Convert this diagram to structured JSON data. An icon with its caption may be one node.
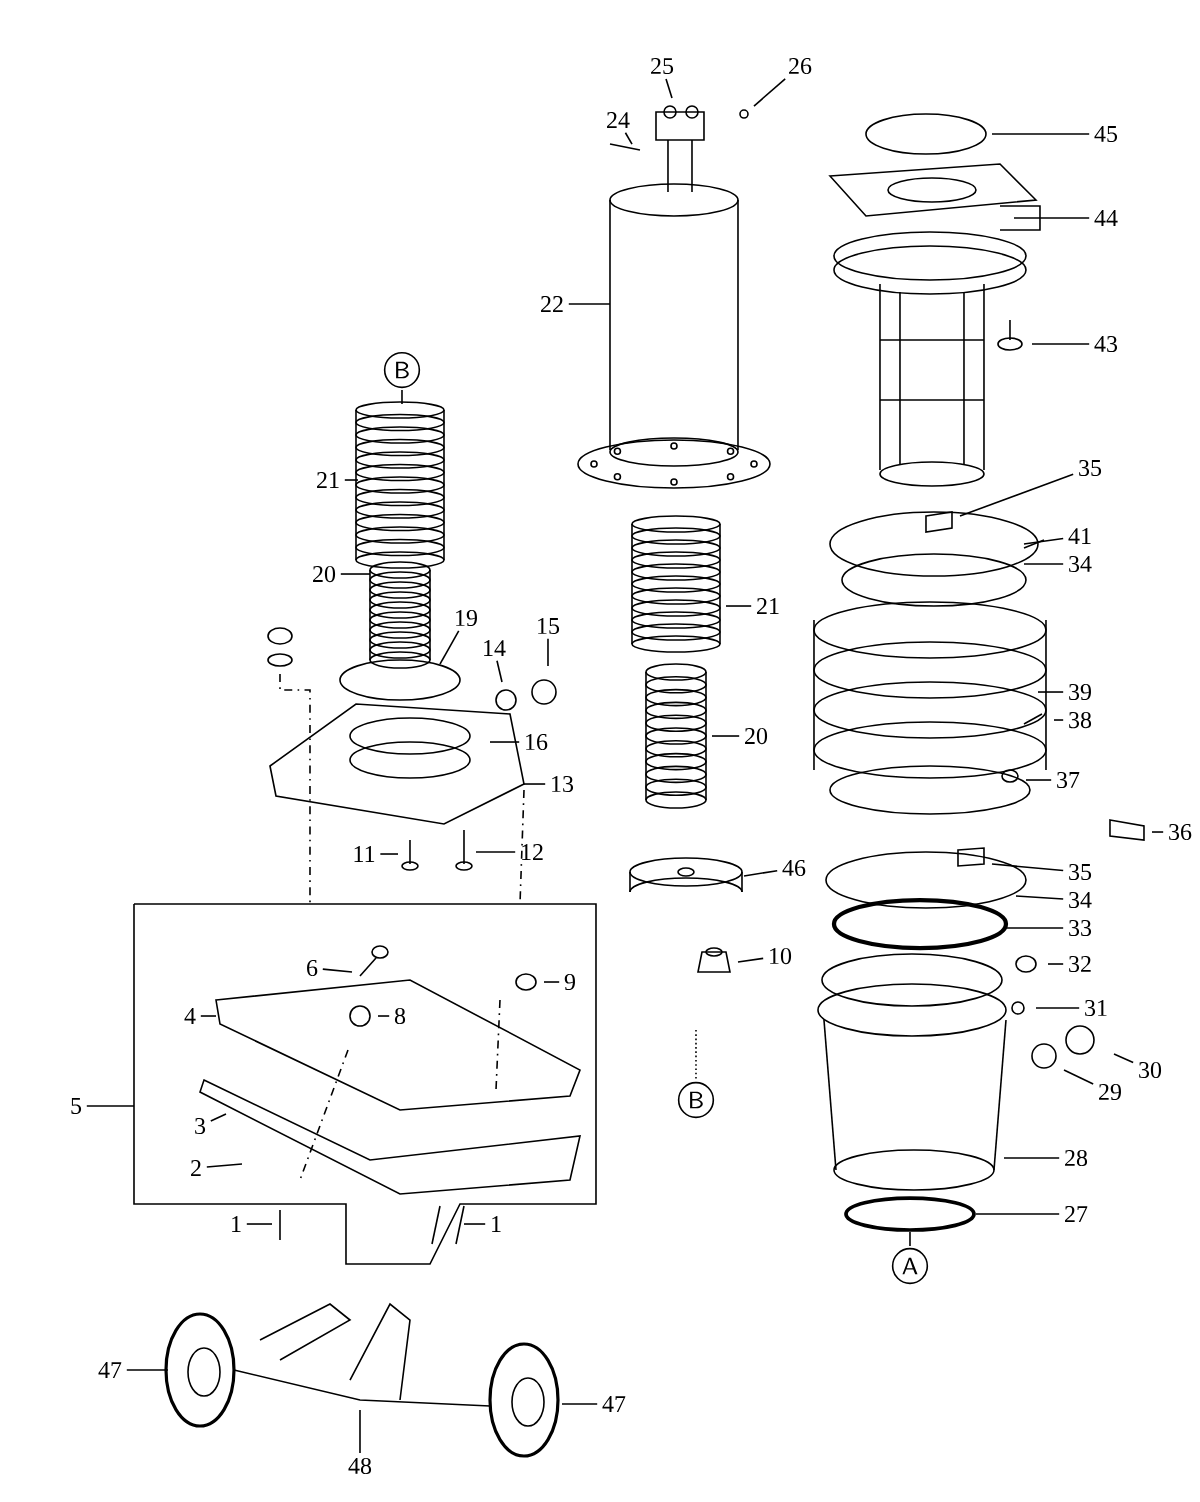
{
  "diagram": {
    "nodes": [
      {
        "text": [
          "25"
        ]
      },
      {
        "text": [
          "26"
        ]
      },
      {
        "text": [
          "24"
        ]
      },
      {
        "text": [
          "45"
        ]
      },
      {
        "text": [
          "44"
        ]
      },
      {
        "text": [
          "22"
        ]
      },
      {
        "text": [
          "43"
        ]
      },
      {
        "text": [
          "B"
        ]
      },
      {
        "text": [
          "35"
        ]
      },
      {
        "text": [
          "21"
        ]
      },
      {
        "text": [
          "41"
        ]
      },
      {
        "text": [
          "34"
        ]
      },
      {
        "text": [
          "21"
        ]
      },
      {
        "text": [
          "20"
        ]
      },
      {
        "text": [
          "19"
        ]
      },
      {
        "text": [
          "15"
        ]
      },
      {
        "text": [
          "14"
        ]
      },
      {
        "text": [
          "39"
        ]
      },
      {
        "text": [
          "38"
        ]
      },
      {
        "text": [
          "20"
        ]
      },
      {
        "text": [
          "16"
        ]
      },
      {
        "text": [
          "37"
        ]
      },
      {
        "text": [
          "13"
        ]
      },
      {
        "text": [
          "36"
        ]
      },
      {
        "text": [
          "12"
        ]
      },
      {
        "text": [
          "11"
        ]
      },
      {
        "text": [
          "46"
        ]
      },
      {
        "text": [
          "35"
        ]
      },
      {
        "text": [
          "34"
        ]
      },
      {
        "text": [
          "33"
        ]
      },
      {
        "text": [
          "10"
        ]
      },
      {
        "text": [
          "32"
        ]
      },
      {
        "text": [
          "6"
        ]
      },
      {
        "text": [
          "9"
        ]
      },
      {
        "text": [
          "31"
        ]
      },
      {
        "text": [
          "8"
        ]
      },
      {
        "text": [
          "4"
        ]
      },
      {
        "text": [
          "30"
        ]
      },
      {
        "text": [
          "29"
        ]
      },
      {
        "text": [
          "B"
        ]
      },
      {
        "text": [
          "5"
        ]
      },
      {
        "text": [
          "3"
        ]
      },
      {
        "text": [
          "28"
        ]
      },
      {
        "text": [
          "2"
        ]
      },
      {
        "text": [
          "27"
        ]
      },
      {
        "text": [
          "1"
        ]
      },
      {
        "text": [
          "1"
        ]
      },
      {
        "text": [
          "A"
        ]
      },
      {
        "text": [
          "47"
        ]
      },
      {
        "text": [
          "47"
        ]
      },
      {
        "text": [
          "48"
        ]
      }
    ],
    "edges": [
      {
        "from": 0,
        "to": null,
        "arrow": "none"
      },
      {
        "from": 1,
        "to": null,
        "arrow": "none"
      },
      {
        "from": 2,
        "to": null,
        "arrow": "none"
      },
      {
        "from": 3,
        "to": null,
        "arrow": "none"
      },
      {
        "from": 4,
        "to": null,
        "arrow": "none"
      },
      {
        "from": 5,
        "to": null,
        "arrow": "none"
      },
      {
        "from": 6,
        "to": null,
        "arrow": "none"
      },
      {
        "from": 8,
        "to": null,
        "arrow": "none"
      },
      {
        "from": 9,
        "to": null,
        "arrow": "none"
      },
      {
        "from": 10,
        "to": null,
        "arrow": "none"
      },
      {
        "from": 11,
        "to": null,
        "arrow": "none"
      },
      {
        "from": 12,
        "to": null,
        "arrow": "none"
      },
      {
        "from": 13,
        "to": null,
        "arrow": "none"
      },
      {
        "from": 14,
        "to": null,
        "arrow": "none"
      },
      {
        "from": 15,
        "to": null,
        "arrow": "none"
      },
      {
        "from": 16,
        "to": null,
        "arrow": "none"
      },
      {
        "from": 17,
        "to": null,
        "arrow": "none"
      },
      {
        "from": 18,
        "to": null,
        "arrow": "none"
      },
      {
        "from": 19,
        "to": null,
        "arrow": "none"
      },
      {
        "from": 20,
        "to": null,
        "arrow": "none"
      },
      {
        "from": 21,
        "to": null,
        "arrow": "none"
      },
      {
        "from": 22,
        "to": null,
        "arrow": "none"
      },
      {
        "from": 23,
        "to": null,
        "arrow": "none"
      },
      {
        "from": 24,
        "to": null,
        "arrow": "none"
      },
      {
        "from": 25,
        "to": null,
        "arrow": "none"
      },
      {
        "from": 26,
        "to": null,
        "arrow": "none"
      },
      {
        "from": 27,
        "to": null,
        "arrow": "none"
      },
      {
        "from": 28,
        "to": null,
        "arrow": "none"
      },
      {
        "from": 29,
        "to": null,
        "arrow": "none"
      },
      {
        "from": 30,
        "to": null,
        "arrow": "none"
      },
      {
        "from": 31,
        "to": null,
        "arrow": "none"
      },
      {
        "from": 32,
        "to": null,
        "arrow": "none"
      },
      {
        "from": 33,
        "to": null,
        "arrow": "none"
      },
      {
        "from": 34,
        "to": null,
        "arrow": "none"
      },
      {
        "from": 35,
        "to": null,
        "arrow": "none"
      },
      {
        "from": 36,
        "to": null,
        "arrow": "none"
      },
      {
        "from": 37,
        "to": null,
        "arrow": "none"
      },
      {
        "from": 38,
        "to": null,
        "arrow": "none"
      },
      {
        "from": 40,
        "to": null,
        "arrow": "none"
      },
      {
        "from": 41,
        "to": null,
        "arrow": "none"
      },
      {
        "from": 42,
        "to": null,
        "arrow": "none"
      },
      {
        "from": 43,
        "to": null,
        "arrow": "none"
      },
      {
        "from": 44,
        "to": null,
        "arrow": "none"
      },
      {
        "from": 45,
        "to": null,
        "arrow": "none"
      },
      {
        "from": 46,
        "to": null,
        "arrow": "none"
      },
      {
        "from": 48,
        "to": null,
        "arrow": "none"
      },
      {
        "from": 49,
        "to": null,
        "arrow": "none"
      },
      {
        "from": 50,
        "to": null,
        "arrow": "none"
      }
    ]
  }
}
